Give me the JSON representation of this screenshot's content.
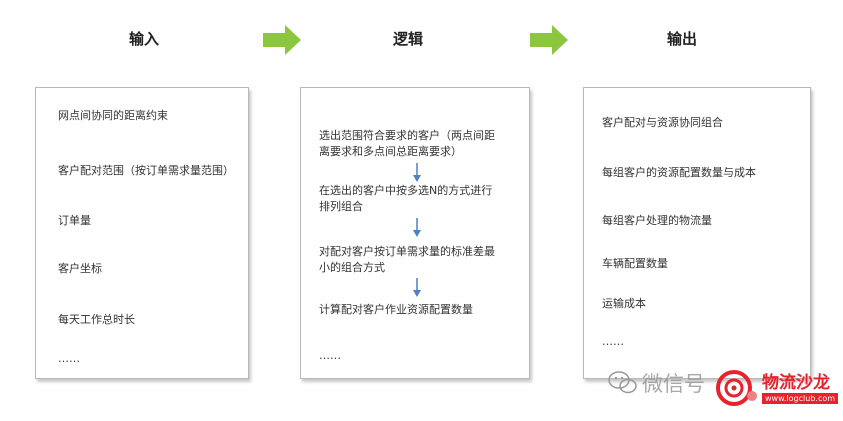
{
  "columns": [
    {
      "header": "输入",
      "items": [
        "网点间协同的距离约束",
        "客户配对范围（按订单需求量范围）",
        "订单量",
        "客户坐标",
        "每天工作总时长",
        "……"
      ]
    },
    {
      "header": "逻辑",
      "steps": [
        [
          "选出范围符合要求的客户（两点间距",
          "离要求和多点间总距离要求）"
        ],
        [
          "在选出的客户中按多选N的方式进行",
          "排列组合"
        ],
        [
          "对配对客户按订单需求量的标准差最",
          "小的组合方式"
        ],
        [
          "计算配对客户作业资源配置数量"
        ]
      ],
      "ellipsis": "……"
    },
    {
      "header": "输出",
      "items": [
        "客户配对与资源协同组合",
        "每组客户的资源配置数量与成本",
        "每组客户处理的物流量",
        "车辆配置数量",
        "运输成本",
        "……"
      ]
    }
  ],
  "watermark": {
    "text": "微信号",
    "brand": "物流沙龙",
    "url": "www.logclub.com"
  },
  "colors": {
    "arrow_green": "#8cc63f",
    "down_arrow": "#4f81bd",
    "box_border": "#b8b8b8"
  }
}
